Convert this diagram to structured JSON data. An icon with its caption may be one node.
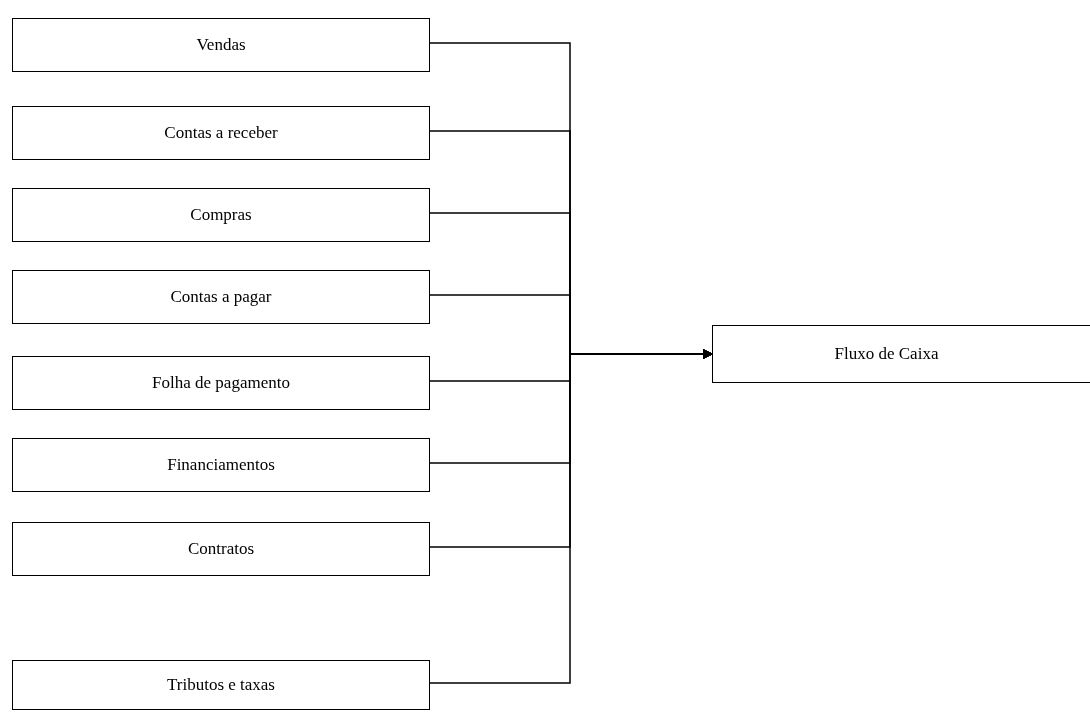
{
  "diagram": {
    "nodes": [
      {
        "text": [
          "Vendas"
        ]
      },
      {
        "text": [
          "Contas a receber"
        ]
      },
      {
        "text": [
          "Compras"
        ]
      },
      {
        "text": [
          "Contas a pagar"
        ]
      },
      {
        "text": [
          "Folha de pagamento"
        ]
      },
      {
        "text": [
          "Financiamentos"
        ]
      },
      {
        "text": [
          "Contratos"
        ]
      },
      {
        "text": [
          "Tributos e taxas"
        ]
      },
      {
        "text": [
          "Fluxo de Caixa"
        ]
      }
    ],
    "edges": [
      {
        "from": 0,
        "to": 8,
        "arrow": "to"
      },
      {
        "from": 1,
        "to": 8,
        "arrow": "to"
      },
      {
        "from": 2,
        "to": 8,
        "arrow": "to"
      },
      {
        "from": 3,
        "to": 8,
        "arrow": "to"
      },
      {
        "from": 4,
        "to": 8,
        "arrow": "to"
      },
      {
        "from": 5,
        "to": 8,
        "arrow": "to"
      },
      {
        "from": 6,
        "to": 8,
        "arrow": "to"
      },
      {
        "from": 7,
        "to": 8,
        "arrow": "to"
      }
    ]
  }
}
